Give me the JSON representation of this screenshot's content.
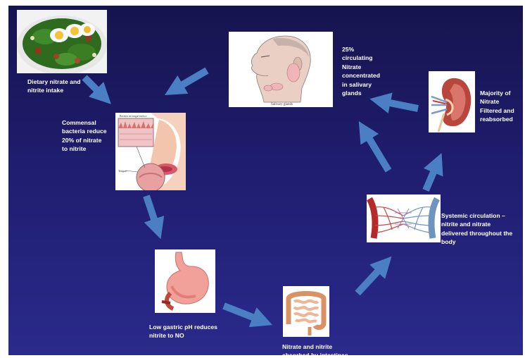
{
  "steps": {
    "dietary": "Dietary nitrate and\nnitrite  intake",
    "commensal": "Commensal\nbacteria reduce\n20% of nitrate\nto nitrite",
    "salivary": "25%\ncirculating\nNitrate\nconcentrated\nin salivary\nglands",
    "kidney": "Majority of\nNitrate\nFiltered and\nreabsorbed",
    "systemic": "Systemic circulation –\nnitrite and nitrate\ndelivered throughout the\nbody",
    "gastric": "Low gastric pH reduces\nnitrite to NO",
    "intestines": "Nitrate and nitrite\nabsorbed by intestines"
  },
  "image_labels": {
    "bacteria_header": "Bacteria on tongue surface",
    "tongue": "Tongue",
    "salivary_glands": "Salivary glands"
  },
  "colors": {
    "background": "#1f1d6e",
    "arrow": "#4a7fc4"
  }
}
